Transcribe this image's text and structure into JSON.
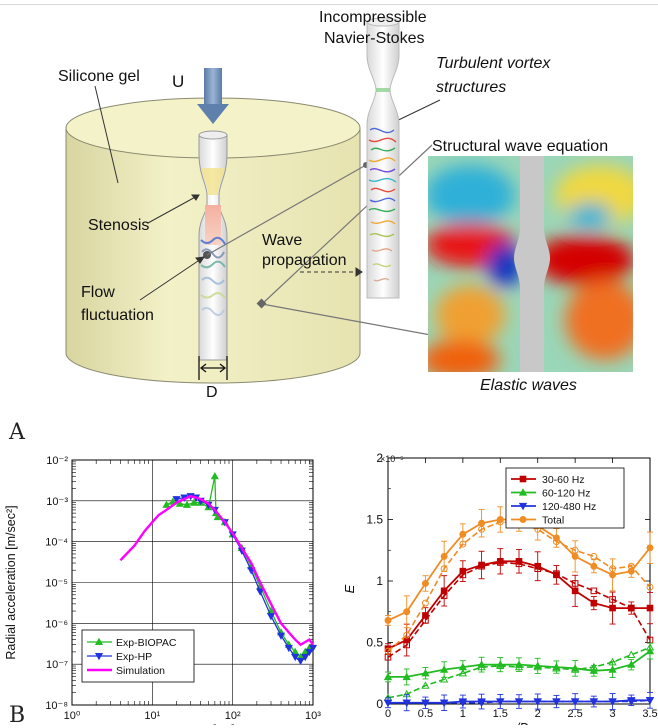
{
  "panel_a": {
    "letter": "A",
    "labels": {
      "incompressible": "Incompressible",
      "navier_stokes": "Navier-Stokes",
      "turbulent_1": "Turbulent vortex",
      "turbulent_2": "structures",
      "silicone": "Silicone gel",
      "u": "U",
      "structural": "Structural wave equation",
      "stenosis": "Stenosis",
      "wave_1": "Wave",
      "wave_2": "propagation",
      "flow_1": "Flow",
      "flow_2": "fluctuation",
      "d": "D",
      "elastic": "Elastic waves"
    }
  },
  "panel_b": {
    "letter": "B"
  },
  "colors": {
    "gel": "#efedb9",
    "arrow": "#6f8fb8",
    "red": "#c00000",
    "green": "#22bb22",
    "blue": "#2233dd",
    "orange": "#f08c24",
    "magenta": "#ff00ff"
  },
  "chart_data": [
    {
      "type": "line",
      "xlabel": "Frequency [Hz]",
      "ylabel": "Radial acceleration [m/sec²]",
      "xscale": "log",
      "yscale": "log",
      "xlim": [
        1,
        1000
      ],
      "ylim": [
        1e-08,
        0.01
      ],
      "xticks": [
        "10⁰",
        "10¹",
        "10²",
        "10³"
      ],
      "yticks": [
        "10⁻⁸",
        "10⁻⁷",
        "10⁻⁶",
        "10⁻⁵",
        "10⁻⁴",
        "10⁻³",
        "10⁻²"
      ],
      "grid": true,
      "legend_position": "bottom-left",
      "series": [
        {
          "name": "Exp-BIOPAC",
          "color": "#22bb22",
          "marker": "triangle-up",
          "x": [
            15,
            18,
            22,
            27,
            33,
            40,
            50,
            60,
            62,
            65,
            80,
            100,
            130,
            170,
            220,
            300,
            400,
            500,
            600,
            700,
            800,
            900
          ],
          "y": [
            0.0008,
            0.00095,
            0.00085,
            0.0008,
            0.0009,
            0.0009,
            0.0007,
            0.004,
            0.0005,
            0.0004,
            0.0003,
            0.00015,
            7e-05,
            2.5e-05,
            8e-06,
            2e-06,
            6e-07,
            3e-07,
            2e-07,
            1.5e-07,
            2e-07,
            2.5e-07
          ]
        },
        {
          "name": "Exp-HP",
          "color": "#2233dd",
          "marker": "triangle-down",
          "x": [
            20,
            25,
            30,
            35,
            40,
            50,
            60,
            80,
            100,
            130,
            170,
            220,
            300,
            400,
            500,
            600,
            700,
            800,
            900,
            1000
          ],
          "y": [
            0.0011,
            0.0012,
            0.0013,
            0.0012,
            0.001,
            0.0008,
            0.0006,
            0.0003,
            0.00015,
            6e-05,
            2e-05,
            6e-06,
            1.5e-06,
            5e-07,
            2.5e-07,
            1.5e-07,
            1.2e-07,
            1.5e-07,
            2e-07,
            2.5e-07
          ]
        },
        {
          "name": "Simulation",
          "color": "#ff00ff",
          "marker": "none",
          "x": [
            4,
            6,
            8,
            10,
            12,
            15,
            20,
            25,
            30,
            35,
            40,
            50,
            60,
            80,
            100,
            130,
            170,
            220,
            300,
            400,
            500,
            600,
            700,
            800,
            900,
            1000
          ],
          "y": [
            3.5e-05,
            8e-05,
            0.00018,
            0.0003,
            0.00045,
            0.0006,
            0.0009,
            0.0011,
            0.0013,
            0.0012,
            0.0011,
            0.00085,
            0.0006,
            0.0003,
            0.00016,
            7e-05,
            3e-05,
            1e-05,
            3e-06,
            1e-06,
            6e-07,
            4e-07,
            3e-07,
            3.5e-07,
            4e-07,
            3e-07
          ]
        }
      ]
    },
    {
      "type": "line",
      "xlabel": "z/D",
      "ylabel": "E",
      "y_multiplier": "×10⁻⁵",
      "xlim": [
        0,
        3.5
      ],
      "ylim": [
        0,
        2
      ],
      "xticks": [
        "0",
        "0.5",
        "1",
        "1.5",
        "2",
        "2.5",
        "3",
        "3.5"
      ],
      "yticks": [
        "0",
        "0.5",
        "1",
        "1.5",
        "2"
      ],
      "grid": false,
      "legend_position": "top-right",
      "x": [
        0,
        0.25,
        0.5,
        0.75,
        1.0,
        1.25,
        1.5,
        1.75,
        2.0,
        2.25,
        2.5,
        2.75,
        3.0,
        3.25,
        3.5
      ],
      "series": [
        {
          "name": "30-60 Hz",
          "color": "#c00000",
          "marker": "square",
          "values": [
            0.45,
            0.52,
            0.72,
            0.92,
            1.08,
            1.13,
            1.16,
            1.16,
            1.12,
            1.05,
            0.92,
            0.82,
            0.78,
            0.78,
            0.78
          ],
          "values_dashed": [
            0.38,
            0.48,
            0.68,
            0.88,
            1.05,
            1.12,
            1.15,
            1.14,
            1.1,
            1.06,
            0.98,
            0.92,
            0.85,
            0.78,
            0.52
          ]
        },
        {
          "name": "60-120 Hz",
          "color": "#22bb22",
          "marker": "triangle-up",
          "values": [
            0.22,
            0.22,
            0.25,
            0.28,
            0.3,
            0.32,
            0.32,
            0.32,
            0.31,
            0.3,
            0.29,
            0.27,
            0.28,
            0.32,
            0.43
          ],
          "values_dashed": [
            0.05,
            0.08,
            0.15,
            0.2,
            0.25,
            0.3,
            0.31,
            0.3,
            0.3,
            0.29,
            0.28,
            0.3,
            0.34,
            0.4,
            0.46
          ]
        },
        {
          "name": "120-480 Hz",
          "color": "#2233dd",
          "marker": "triangle-down",
          "values": [
            0.01,
            0.01,
            0.01,
            0.01,
            0.02,
            0.02,
            0.02,
            0.02,
            0.02,
            0.02,
            0.02,
            0.02,
            0.02,
            0.03,
            0.03
          ],
          "values_dashed": [
            0.01,
            0.01,
            0.01,
            0.01,
            0.01,
            0.01,
            0.02,
            0.02,
            0.02,
            0.02,
            0.02,
            0.02,
            0.02,
            0.02,
            0.03
          ]
        },
        {
          "name": "Total",
          "color": "#f08c24",
          "marker": "circle",
          "values": [
            0.68,
            0.75,
            0.98,
            1.2,
            1.38,
            1.47,
            1.5,
            1.5,
            1.45,
            1.35,
            1.2,
            1.12,
            1.05,
            1.08,
            1.27
          ],
          "values_dashed": [
            0.43,
            0.56,
            0.82,
            1.1,
            1.3,
            1.42,
            1.48,
            1.47,
            1.42,
            1.32,
            1.25,
            1.2,
            1.1,
            1.12,
            0.95
          ]
        }
      ]
    }
  ]
}
